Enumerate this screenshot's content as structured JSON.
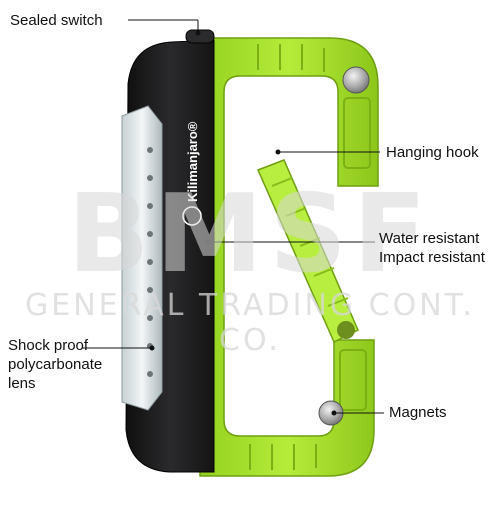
{
  "product": {
    "brand_logo_text": "Kilimanjaro®",
    "colors": {
      "body": "#1d1d1f",
      "accent_green": "#a6e22e",
      "accent_green_dark": "#7fb516",
      "lens": "#d9e2e6",
      "magnet": "#b5b5b5"
    }
  },
  "watermark": {
    "main_text": "BMSF",
    "sub_text": "GENERAL TRADING CONT. CO."
  },
  "callouts": {
    "sealed_switch": "Sealed switch",
    "hanging_hook": "Hanging hook",
    "water_resistant": "Water resistant",
    "impact_resistant": "Impact resistant",
    "shock_proof_line1": "Shock proof",
    "shock_proof_line2": "polycarbonate",
    "shock_proof_line3": "lens",
    "magnets": "Magnets"
  }
}
